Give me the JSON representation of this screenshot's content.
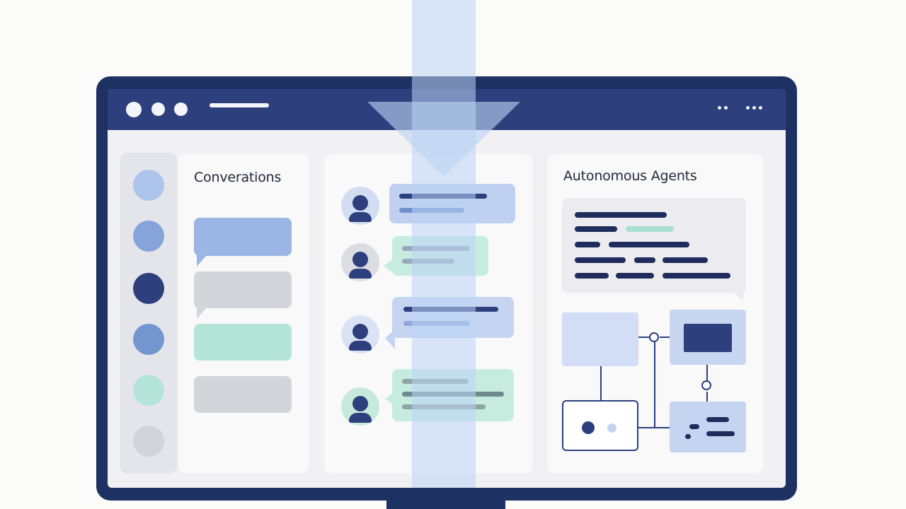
{
  "window": {
    "title_bar_color": "#2d3f7c",
    "traffic_lights": [
      "window-dot",
      "window-dot",
      "window-dot"
    ],
    "menu_icons": [
      "more-dots-icon",
      "more-dots-icon"
    ]
  },
  "sidebar": {
    "avatars": [
      {
        "color": "#adc4eb"
      },
      {
        "color": "#86a3da"
      },
      {
        "color": "#2d3f7c"
      },
      {
        "color": "#7396cf"
      },
      {
        "color": "#b4e5d8"
      },
      {
        "color": "#d3d4d9"
      }
    ]
  },
  "conversations": {
    "title": "Converations",
    "threads": [
      {
        "color": "#9bb6e4"
      },
      {
        "color": "#d4d5da"
      },
      {
        "color": "#b4e5d8"
      },
      {
        "color": "#d4d5da"
      }
    ]
  },
  "chat": {
    "messages": [
      {
        "avatar_color": "#d3ddf1",
        "bubble_color": "#bfd0f0"
      },
      {
        "avatar_color": "#dbdde3",
        "bubble_color": "#c6ece0"
      },
      {
        "avatar_color": "#d9e3f5",
        "bubble_color": "#c5d5f1"
      },
      {
        "avatar_color": "#c5eadc",
        "bubble_color": "#c6ece0"
      }
    ]
  },
  "agents": {
    "title": "Autonomous Agents",
    "accent": "#1f2c5c",
    "highlight": "#a8e0d1"
  },
  "overlay": {
    "icon": "download-arrow-icon",
    "color": "#bcd3f4"
  }
}
